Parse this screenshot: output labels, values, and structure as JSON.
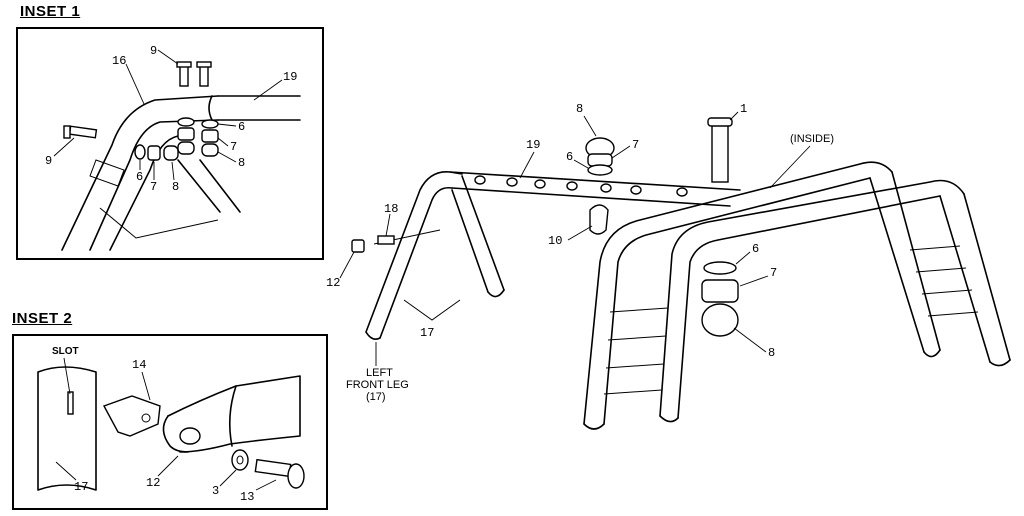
{
  "insets": {
    "inset1": {
      "title": "INSET 1"
    },
    "inset2": {
      "title": "INSET 2"
    }
  },
  "callouts": {
    "inset1": {
      "c9a": "9",
      "c16": "16",
      "c19": "19",
      "c9b": "9",
      "c6a": "6",
      "c7a": "7",
      "c8a": "8",
      "c6b": "6",
      "c7b": "7",
      "c8b": "8"
    },
    "inset2": {
      "slot": "SLOT",
      "c14": "14",
      "c17": "17",
      "c12": "12",
      "c3": "3",
      "c13": "13"
    },
    "main": {
      "c8": "8",
      "c7": "7",
      "c6": "6",
      "c19": "19",
      "c1": "1",
      "inside": "(INSIDE)",
      "c10": "10",
      "c18": "18",
      "c12": "12",
      "c17": "17",
      "c6b": "6",
      "c7b": "7",
      "c8b": "8"
    }
  },
  "captions": {
    "left_front_leg_line1": "LEFT",
    "left_front_leg_line2": "FRONT LEG",
    "left_front_leg_line3": "(17)"
  }
}
